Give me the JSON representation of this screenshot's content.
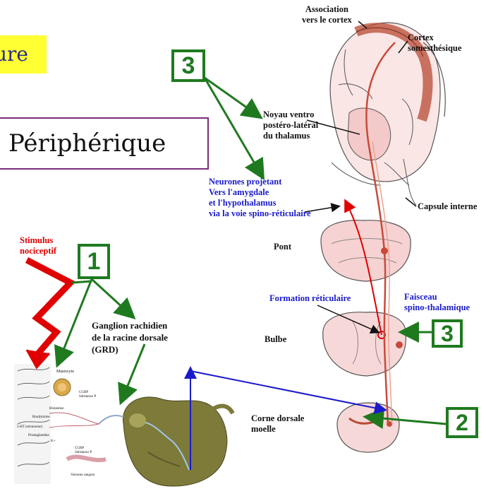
{
  "highlight_label": "ure",
  "peripheral_label": "Périphérique",
  "step_numbers": {
    "three_top": "3",
    "one": "1",
    "three_right": "3",
    "two": "2"
  },
  "labels": {
    "association": "Association\nvers le cortex",
    "cortex": "Cortex\nsomesthésique",
    "noyau": "Noyau ventro\npostéro-latéral\ndu thalamus",
    "capsule": "Capsule interne",
    "neurones": "Neurones projetant\nVers l'amygdale\net l'hypothalamus\nvia la voie spino-réticulaire",
    "pont": "Pont",
    "stimulus": "Stimulus\nnociceptif",
    "formation": "Formation réticulaire",
    "faisceau": "Faisceau\nspino-thalamique",
    "ganglion": "Ganglion rachidien\nde la racine dorsale\n(GRD)",
    "bulbe": "Bulbe",
    "corne": "Corne dorsale\nmoelle"
  },
  "periphery_text": {
    "mastocyte": "Mastocyte",
    "cgrp_top": "CGRP\nSubstance P",
    "histamine": "Histamine",
    "bradykinine": "Bradykinine",
    "serotonine": "5-HT (sérotonine)",
    "prostaglandine": "Prostaglandine",
    "k_ion": "K+",
    "cgrp_bottom": "CGRP\nSubstance P",
    "vaisseau": "Vaisseau sanguin"
  },
  "colors": {
    "green": "#1f7a1f",
    "red": "#e00000",
    "blue": "#1a1acc",
    "purple": "#7b2c7b",
    "yellow": "#ffff33"
  }
}
